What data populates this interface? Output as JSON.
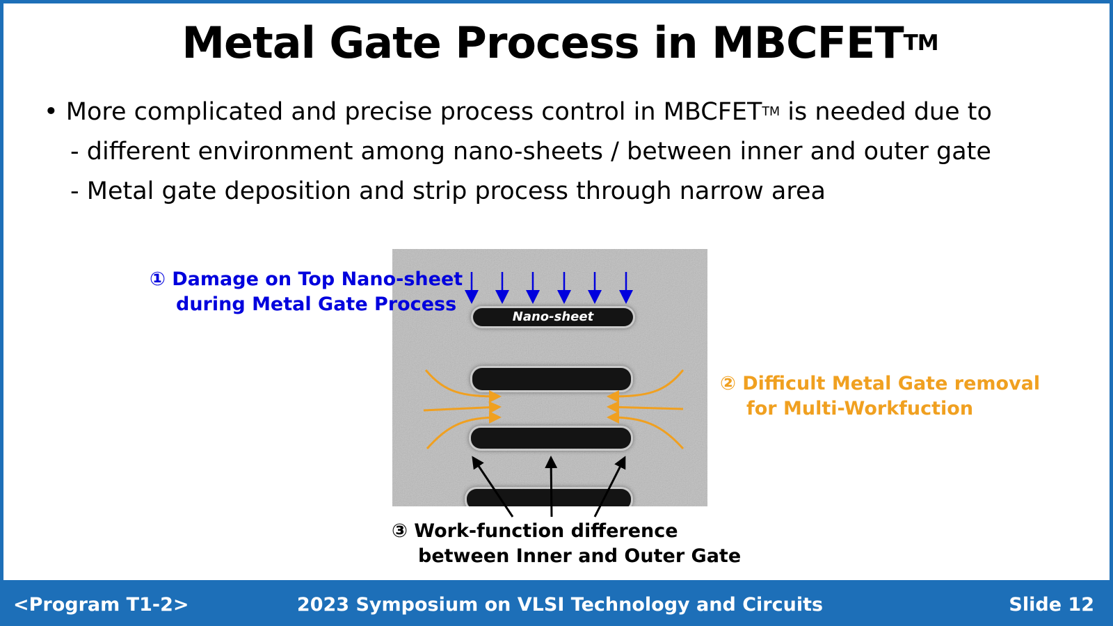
{
  "slide": {
    "title": "Metal Gate Process in MBCFET",
    "title_superscript": "TM",
    "bullet_1_pre": "• More complicated and precise process control in MBCFET",
    "bullet_1_sup": "TM",
    "bullet_1_post": " is needed  due to",
    "bullet_2": "- different environment among nano-sheets / between inner and outer gate",
    "bullet_3": "- Metal gate deposition and strip process through narrow area"
  },
  "figure": {
    "nano_sheet_label": "Nano-sheet",
    "annotation_1": {
      "line_1": "① Damage on Top Nano-sheet",
      "line_2": "during Metal Gate Process",
      "color": "#0000dd"
    },
    "annotation_2": {
      "line_1": "② Difficult Metal Gate removal",
      "line_2": "for Multi-Workfuction",
      "color": "#f0a020"
    },
    "annotation_3": {
      "line_1": "③ Work-function difference",
      "line_2": "between Inner and Outer Gate",
      "color": "#000000"
    }
  },
  "footer": {
    "program": "<Program T1-2>",
    "conference": "2023 Symposium on VLSI Technology and Circuits",
    "slide_number": "Slide 12",
    "background": "#1d6fb8"
  }
}
